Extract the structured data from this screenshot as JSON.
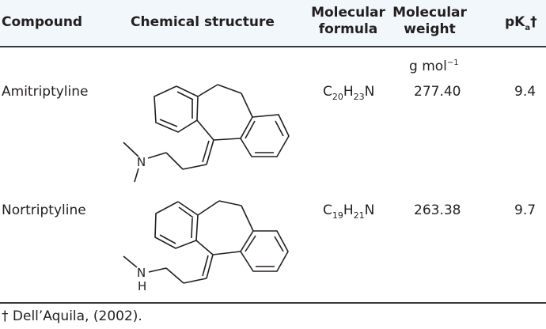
{
  "table": {
    "headers": {
      "compound": "Compound",
      "structure": "Chemical structure",
      "formula_line1": "Molecular",
      "formula_line2": "formula",
      "weight_line1": "Molecular",
      "weight_line2": "weight",
      "pka_main": "pK",
      "pka_sub": "a",
      "pka_mark": "†"
    },
    "units": {
      "weight_unit": "g mol",
      "weight_unit_sup": "−1"
    },
    "rows": [
      {
        "compound": "Amitriptyline",
        "structure_icon": "amitriptyline-structure",
        "formula": {
          "c": "C",
          "c_n": "20",
          "h": "H",
          "h_n": "23",
          "n": "N"
        },
        "weight": "277.40",
        "pka": "9.4"
      },
      {
        "compound": "Nortriptyline",
        "structure_icon": "nortriptyline-structure",
        "formula": {
          "c": "C",
          "c_n": "19",
          "h": "H",
          "h_n": "21",
          "n": "N"
        },
        "weight": "263.38",
        "pka": "9.7"
      }
    ],
    "atom_labels": {
      "n": "N",
      "h": "H"
    }
  },
  "footnote": "† Dell’Aquila, (2002).",
  "colors": {
    "header_bg": "#f2f7fb",
    "rule": "#3a3a3a",
    "text": "#231f20"
  }
}
